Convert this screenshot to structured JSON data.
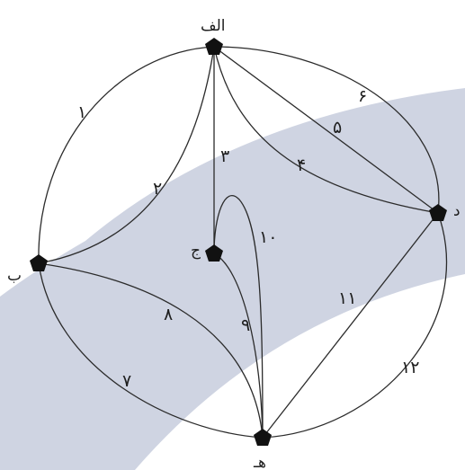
{
  "graph": {
    "vertices": [
      {
        "id": "alef",
        "label": "الف"
      },
      {
        "id": "be",
        "label": "ب"
      },
      {
        "id": "jim",
        "label": "ج"
      },
      {
        "id": "dal",
        "label": "د"
      },
      {
        "id": "he",
        "label": "هـ"
      }
    ],
    "edges": [
      {
        "id": "e1",
        "label": "۱",
        "from": "alef",
        "to": "be"
      },
      {
        "id": "e2",
        "label": "۲",
        "from": "alef",
        "to": "be"
      },
      {
        "id": "e3",
        "label": "۳",
        "from": "alef",
        "to": "jim"
      },
      {
        "id": "e4",
        "label": "۴",
        "from": "alef",
        "to": "dal"
      },
      {
        "id": "e5",
        "label": "۵",
        "from": "alef",
        "to": "dal"
      },
      {
        "id": "e6",
        "label": "۶",
        "from": "alef",
        "to": "dal"
      },
      {
        "id": "e7",
        "label": "۷",
        "from": "be",
        "to": "he"
      },
      {
        "id": "e8",
        "label": "۸",
        "from": "be",
        "to": "he"
      },
      {
        "id": "e9",
        "label": "۹",
        "from": "jim",
        "to": "he"
      },
      {
        "id": "e10",
        "label": "۱۰",
        "from": "jim",
        "to": "he"
      },
      {
        "id": "e11",
        "label": "۱۱",
        "from": "dal",
        "to": "he"
      },
      {
        "id": "e12",
        "label": "۱۲",
        "from": "dal",
        "to": "he"
      }
    ]
  },
  "colors": {
    "background": "#ffffff",
    "band": "#c7cddd",
    "edge": "#2b2b2b",
    "vertex": "#111111"
  }
}
